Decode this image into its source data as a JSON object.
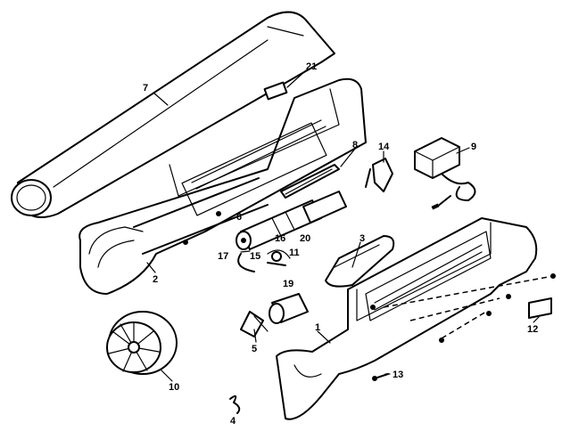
{
  "callouts": [
    {
      "id": "7",
      "label": "7"
    },
    {
      "id": "21",
      "label": "21"
    },
    {
      "id": "8",
      "label": "8"
    },
    {
      "id": "14",
      "label": "14"
    },
    {
      "id": "9",
      "label": "9"
    },
    {
      "id": "6",
      "label": "6"
    },
    {
      "id": "16",
      "label": "16"
    },
    {
      "id": "20",
      "label": "20"
    },
    {
      "id": "17",
      "label": "17"
    },
    {
      "id": "15",
      "label": "15"
    },
    {
      "id": "11",
      "label": "11"
    },
    {
      "id": "3",
      "label": "3"
    },
    {
      "id": "2",
      "label": "2"
    },
    {
      "id": "19",
      "label": "19"
    },
    {
      "id": "5",
      "label": "5"
    },
    {
      "id": "1",
      "label": "1"
    },
    {
      "id": "10",
      "label": "10"
    },
    {
      "id": "13",
      "label": "13"
    },
    {
      "id": "12",
      "label": "12"
    },
    {
      "id": "4",
      "label": "4"
    }
  ]
}
